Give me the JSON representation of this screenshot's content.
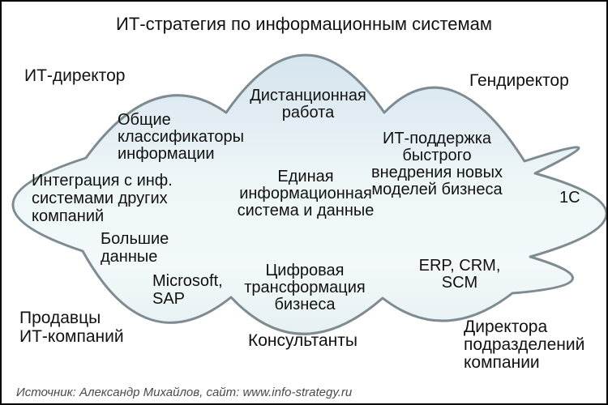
{
  "title": "ИТ-стратегия по информационным системам",
  "stakeholders": {
    "it_director": "ИТ-директор",
    "gendirector": "Гендиректор",
    "it_vendors": "Продавцы\nИТ-компаний",
    "consultants": "Консультанты",
    "division_directors": "Директора\nподразделений\nкомпании"
  },
  "cloud_items": {
    "remote_work": "Дистанционная\nработа",
    "common_classifiers": "Общие\nклассификаторы\nинформации",
    "it_support": "ИТ-поддержка быстрого\nвнедрения новых\nмоделей бизнеса",
    "integration": "Интеграция с инф.\nсистемами других\nкомпаний",
    "unified_system": "Единая\nинформационная\nсистема и данные",
    "one_c": "1С",
    "big_data": "Большие\nданные",
    "microsoft_sap": "Microsoft,\nSAP",
    "digital_transformation": "Цифровая\nтрансформация\nбизнеса",
    "erp_crm_scm": "ERP, CRM,\nSCM"
  },
  "footer": {
    "source": "Источник: Александр Михайлов, сайт: www.info-strategy.ru"
  },
  "colors": {
    "cloud_fill_top": "#d5e4ee",
    "cloud_fill_light": "#f3f9fa",
    "cloud_fill_bottom": "#e6f0f2",
    "cloud_stroke": "#7e8c91",
    "text": "#111111",
    "footer_text": "#4a4a4a",
    "frame": "#000000",
    "background": "#ffffff"
  }
}
